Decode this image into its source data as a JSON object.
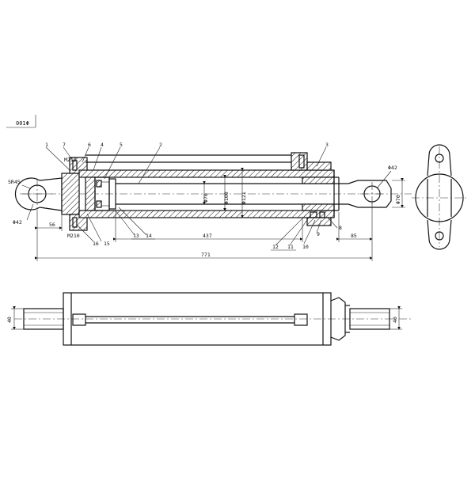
{
  "title_box": {
    "text": "001Φ"
  },
  "part_labels": [
    "1",
    "7",
    "6",
    "4",
    "5",
    "2",
    "3",
    "8",
    "9",
    "10",
    "11",
    "12",
    "13",
    "14",
    "15",
    "16"
  ],
  "dims": {
    "r_clevis": "SR45",
    "d_pin_left": "Φ42",
    "d_pin_right": "Φ42",
    "d_rod_end": "Φ70",
    "d_piston": "Φ70",
    "d_bore": "Φ100",
    "d_outer": "Φ121",
    "len_56": "56",
    "len_stroke": "437",
    "len_85": "85",
    "len_total": "771",
    "thread_top": "M210",
    "thread_bot": "M210",
    "width_left": "40",
    "width_right": "40"
  }
}
